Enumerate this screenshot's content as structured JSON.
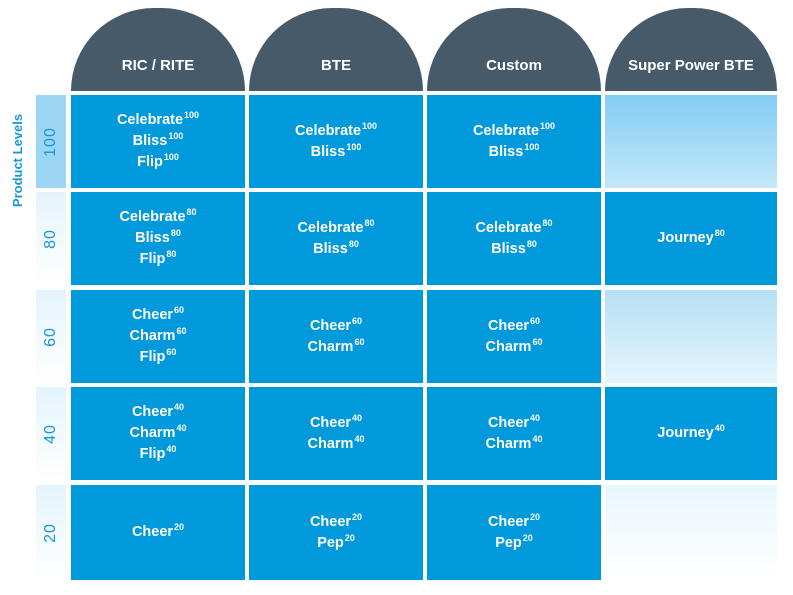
{
  "axis_title": "Product Levels",
  "colors": {
    "header_bg": "#465a6a",
    "cell_blue": "#0099dc",
    "empty_100": "#82cdf3",
    "empty_60": "#b5e0f5",
    "level_band_100": "#9dd6f4",
    "label_blue": "#1597d6"
  },
  "headers": [
    "RIC / RITE",
    "BTE",
    "Custom",
    "Super Power BTE"
  ],
  "levels": [
    "100",
    "80",
    "60",
    "40",
    "20"
  ],
  "cells": [
    [
      [
        {
          "name": "Celebrate",
          "sup": "100"
        },
        {
          "name": "Bliss",
          "sup": "100"
        },
        {
          "name": "Flip",
          "sup": "100"
        }
      ],
      [
        {
          "name": "Celebrate",
          "sup": "100"
        },
        {
          "name": "Bliss",
          "sup": "100"
        }
      ],
      [
        {
          "name": "Celebrate",
          "sup": "100"
        },
        {
          "name": "Bliss",
          "sup": "100"
        }
      ],
      []
    ],
    [
      [
        {
          "name": "Celebrate",
          "sup": "80"
        },
        {
          "name": "Bliss",
          "sup": "80"
        },
        {
          "name": "Flip",
          "sup": "80"
        }
      ],
      [
        {
          "name": "Celebrate",
          "sup": "80"
        },
        {
          "name": "Bliss",
          "sup": "80"
        }
      ],
      [
        {
          "name": "Celebrate",
          "sup": "80"
        },
        {
          "name": "Bliss",
          "sup": "80"
        }
      ],
      [
        {
          "name": "Journey",
          "sup": "80"
        }
      ]
    ],
    [
      [
        {
          "name": "Cheer",
          "sup": "60"
        },
        {
          "name": "Charm",
          "sup": "60"
        },
        {
          "name": "Flip",
          "sup": "60"
        }
      ],
      [
        {
          "name": "Cheer",
          "sup": "60"
        },
        {
          "name": "Charm",
          "sup": "60"
        }
      ],
      [
        {
          "name": "Cheer",
          "sup": "60"
        },
        {
          "name": "Charm",
          "sup": "60"
        }
      ],
      []
    ],
    [
      [
        {
          "name": "Cheer",
          "sup": "40"
        },
        {
          "name": "Charm",
          "sup": "40"
        },
        {
          "name": "Flip",
          "sup": "40"
        }
      ],
      [
        {
          "name": "Cheer",
          "sup": "40"
        },
        {
          "name": "Charm",
          "sup": "40"
        }
      ],
      [
        {
          "name": "Cheer",
          "sup": "40"
        },
        {
          "name": "Charm",
          "sup": "40"
        }
      ],
      [
        {
          "name": "Journey",
          "sup": "40"
        }
      ]
    ],
    [
      [
        {
          "name": "Cheer",
          "sup": "20"
        }
      ],
      [
        {
          "name": "Cheer",
          "sup": "20"
        },
        {
          "name": "Pep",
          "sup": "20"
        }
      ],
      [
        {
          "name": "Cheer",
          "sup": "20"
        },
        {
          "name": "Pep",
          "sup": "20"
        }
      ],
      []
    ]
  ]
}
